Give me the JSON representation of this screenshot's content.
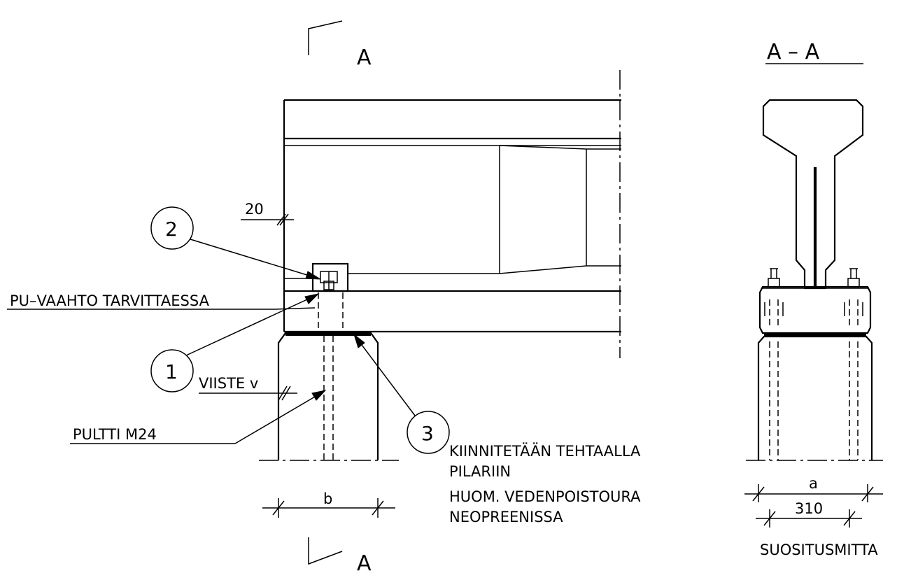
{
  "section_marks": {
    "top": "A",
    "bottom": "A",
    "view_title": "A  –  A"
  },
  "dimensions": {
    "top_gap": "20",
    "width_b": "b",
    "width_a": "a",
    "width_310": "310"
  },
  "markers": {
    "m1": "1",
    "m2": "2",
    "m3": "3"
  },
  "labels": {
    "foam": "PU–VAAHTO TARVITTAESSA",
    "chamfer": "VIISTE v",
    "bolt": "PULTTI M24",
    "note_line1": "KIINNITETÄÄN TEHTAALLA",
    "note_line2": "PILARIIN",
    "note_line3": "HUOM. VEDENPOISTOURA",
    "note_line4": "NEOPREENISSA",
    "recommended": "SUOSITUSMITTA"
  }
}
